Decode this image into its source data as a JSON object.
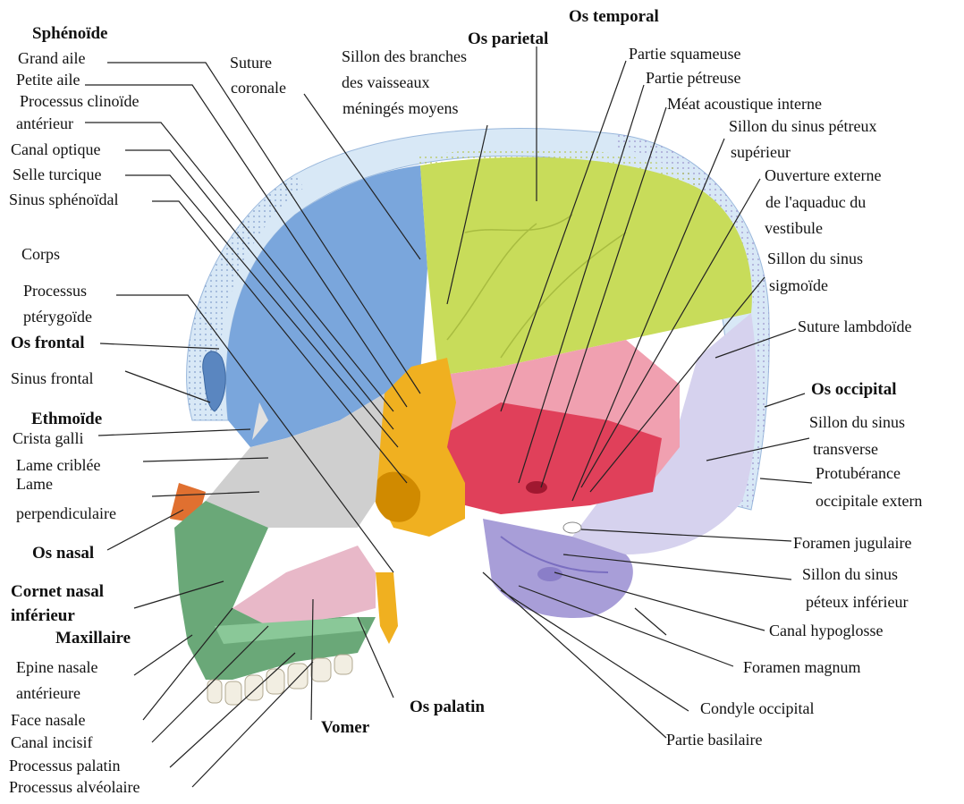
{
  "labels": {
    "os_temporal": "Os temporal",
    "sphenoide": "Sphénoïde",
    "os_parietal": "Os parietal",
    "grand_aile": "Grand aile",
    "petite_aile": "Petite aile",
    "processus_clinoide_1": "Processus clinoïde",
    "processus_clinoide_2": "antérieur",
    "canal_optique": "Canal optique",
    "selle_turcique": "Selle turcique",
    "sinus_sphenoidal": "Sinus sphénoïdal",
    "suture_coronale_1": "Suture",
    "suture_coronale_2": "coronale",
    "sillon_branches_1": "Sillon des branches",
    "sillon_branches_2": "des vaisseaux",
    "sillon_branches_3": "méningés moyens",
    "partie_squameuse": "Partie squameuse",
    "partie_petreuse": "Partie pétreuse",
    "meat_acoustique": "Méat acoustique interne",
    "sillon_petreux_sup_1": "Sillon du sinus pétreux",
    "sillon_petreux_sup_2": "supérieur",
    "ouverture_1": "Ouverture externe",
    "ouverture_2": "de l'aquaduc du",
    "ouverture_3": "vestibule",
    "sillon_sigmoide_1": "Sillon du sinus",
    "sillon_sigmoide_2": "sigmoïde",
    "corps": "Corps",
    "processus_pterygoide_1": "Processus",
    "processus_pterygoide_2": "ptérygoïde",
    "os_frontal": "Os frontal",
    "sinus_frontal": "Sinus frontal",
    "suture_lambdoide": "Suture lambdoïde",
    "os_occipital": "Os occipital",
    "ethmoide": "Ethmoïde",
    "crista_galli": "Crista galli",
    "sillon_transverse_1": "Sillon du sinus",
    "sillon_transverse_2": "transverse",
    "lame_criblee": "Lame criblée",
    "lame_perp_1": "Lame",
    "lame_perp_2": "perpendiculaire",
    "protuberance_1": "Protubérance",
    "protuberance_2": "occipitale extern",
    "os_nasal": "Os nasal",
    "foramen_jugulaire": "Foramen jugulaire",
    "sillon_petreux_inf_1": "Sillon du sinus",
    "sillon_petreux_inf_2": "péteux inférieur",
    "cornet_1": "Cornet nasal",
    "cornet_2": "inférieur",
    "maxillaire": "Maxillaire",
    "canal_hypoglosse": "Canal hypoglosse",
    "epine_1": "Epine nasale",
    "epine_2": "antérieure",
    "foramen_magnum": "Foramen magnum",
    "os_palatin": "Os palatin",
    "condyle": "Condyle occipital",
    "face_nasale": "Face nasale",
    "vomer": "Vomer",
    "canal_incisif": "Canal incisif",
    "partie_basilaire": "Partie basilaire",
    "processus_palatin": "Processus palatin",
    "processus_alveolaire": "Processus alvéolaire"
  },
  "colors": {
    "frontal": "#7aa6dc",
    "parietal": "#c8dc5a",
    "occipital": "#b8b2e0",
    "temporal": "#e0405a",
    "sphenoid": "#f0b020",
    "maxilla": "#6aa878",
    "vomer": "#e8b8c8",
    "ethmoid": "#cfcfcf",
    "nasal": "#e07030"
  }
}
